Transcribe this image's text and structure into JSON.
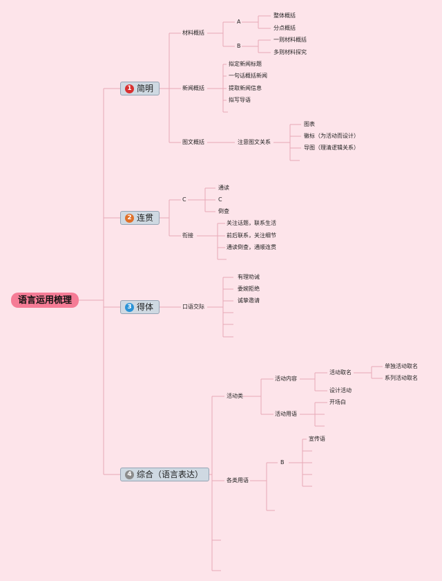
{
  "root": "语言运用梳理",
  "s1": {
    "num": "1",
    "label": "简明",
    "color": "#d93030",
    "a": {
      "label": "材料概括",
      "A": {
        "label": "A",
        "c1": "整体概括",
        "c2": "分点概括"
      },
      "B": {
        "label": "B",
        "c1": "一则材料概括",
        "c2": "多则材料探究"
      }
    },
    "b": {
      "label": "新闻概括",
      "c1": "拟定新闻标题",
      "c2": "一句话概括新闻",
      "c3": "提取新闻信息",
      "c4": "拟写导语"
    },
    "c": {
      "label": "图文概括",
      "sub": "注意图文关系",
      "c1": "图表",
      "c2": "徽标（为活动而设计）",
      "c3": "导图（理清逻辑关系）"
    }
  },
  "s2": {
    "num": "2",
    "label": "连贯",
    "color": "#e0702a",
    "a": {
      "label": "C",
      "c1": "通读",
      "c2": "C",
      "c3": "倒查"
    },
    "b": {
      "label": "衔接",
      "c1": "关注话题，联系生活",
      "c2": "前后联系，关注细节",
      "c3": "通读倒查，通顺连贯"
    }
  },
  "s3": {
    "num": "3",
    "label": "得体",
    "color": "#2b93d6",
    "a": {
      "label": "口语交际",
      "c1": "有理劝诫",
      "c2": "委婉拒绝",
      "c3": "诚挚邀请"
    }
  },
  "s4": {
    "num": "4",
    "label": "综合（语言表达）",
    "color": "#8c8c8c",
    "a": {
      "label": "活动类",
      "a1": {
        "label": "活动内容",
        "name": "活动取名",
        "n1": "单独活动取名",
        "n2": "系列活动取名",
        "design": "设计活动"
      },
      "a2": {
        "label": "活动用语",
        "c1": "开场白"
      }
    },
    "b": {
      "label": "各类用语",
      "B": "B",
      "c1": "宣传语"
    }
  }
}
